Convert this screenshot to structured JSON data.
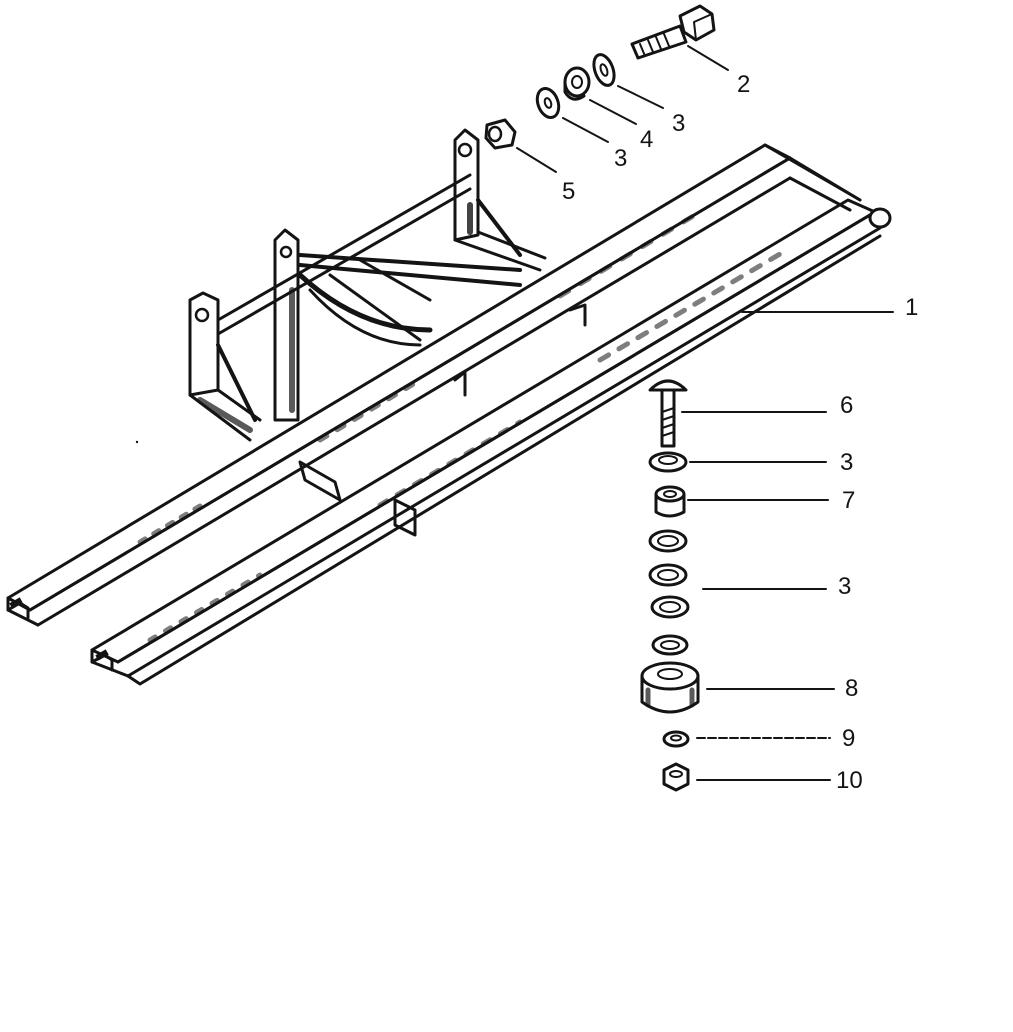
{
  "diagram": {
    "type": "exploded-parts-view",
    "ink_color": "#141414",
    "background": "#ffffff",
    "callouts": [
      {
        "id": "c1",
        "label": "1"
      },
      {
        "id": "c2",
        "label": "2"
      },
      {
        "id": "c3a",
        "label": "3"
      },
      {
        "id": "c4",
        "label": "4"
      },
      {
        "id": "c3b",
        "label": "3"
      },
      {
        "id": "c5",
        "label": "5"
      },
      {
        "id": "c6",
        "label": "6"
      },
      {
        "id": "c3c",
        "label": "3"
      },
      {
        "id": "c7",
        "label": "7"
      },
      {
        "id": "c3d",
        "label": "3"
      },
      {
        "id": "c8",
        "label": "8"
      },
      {
        "id": "c9",
        "label": "9"
      },
      {
        "id": "c10",
        "label": "10"
      }
    ]
  }
}
